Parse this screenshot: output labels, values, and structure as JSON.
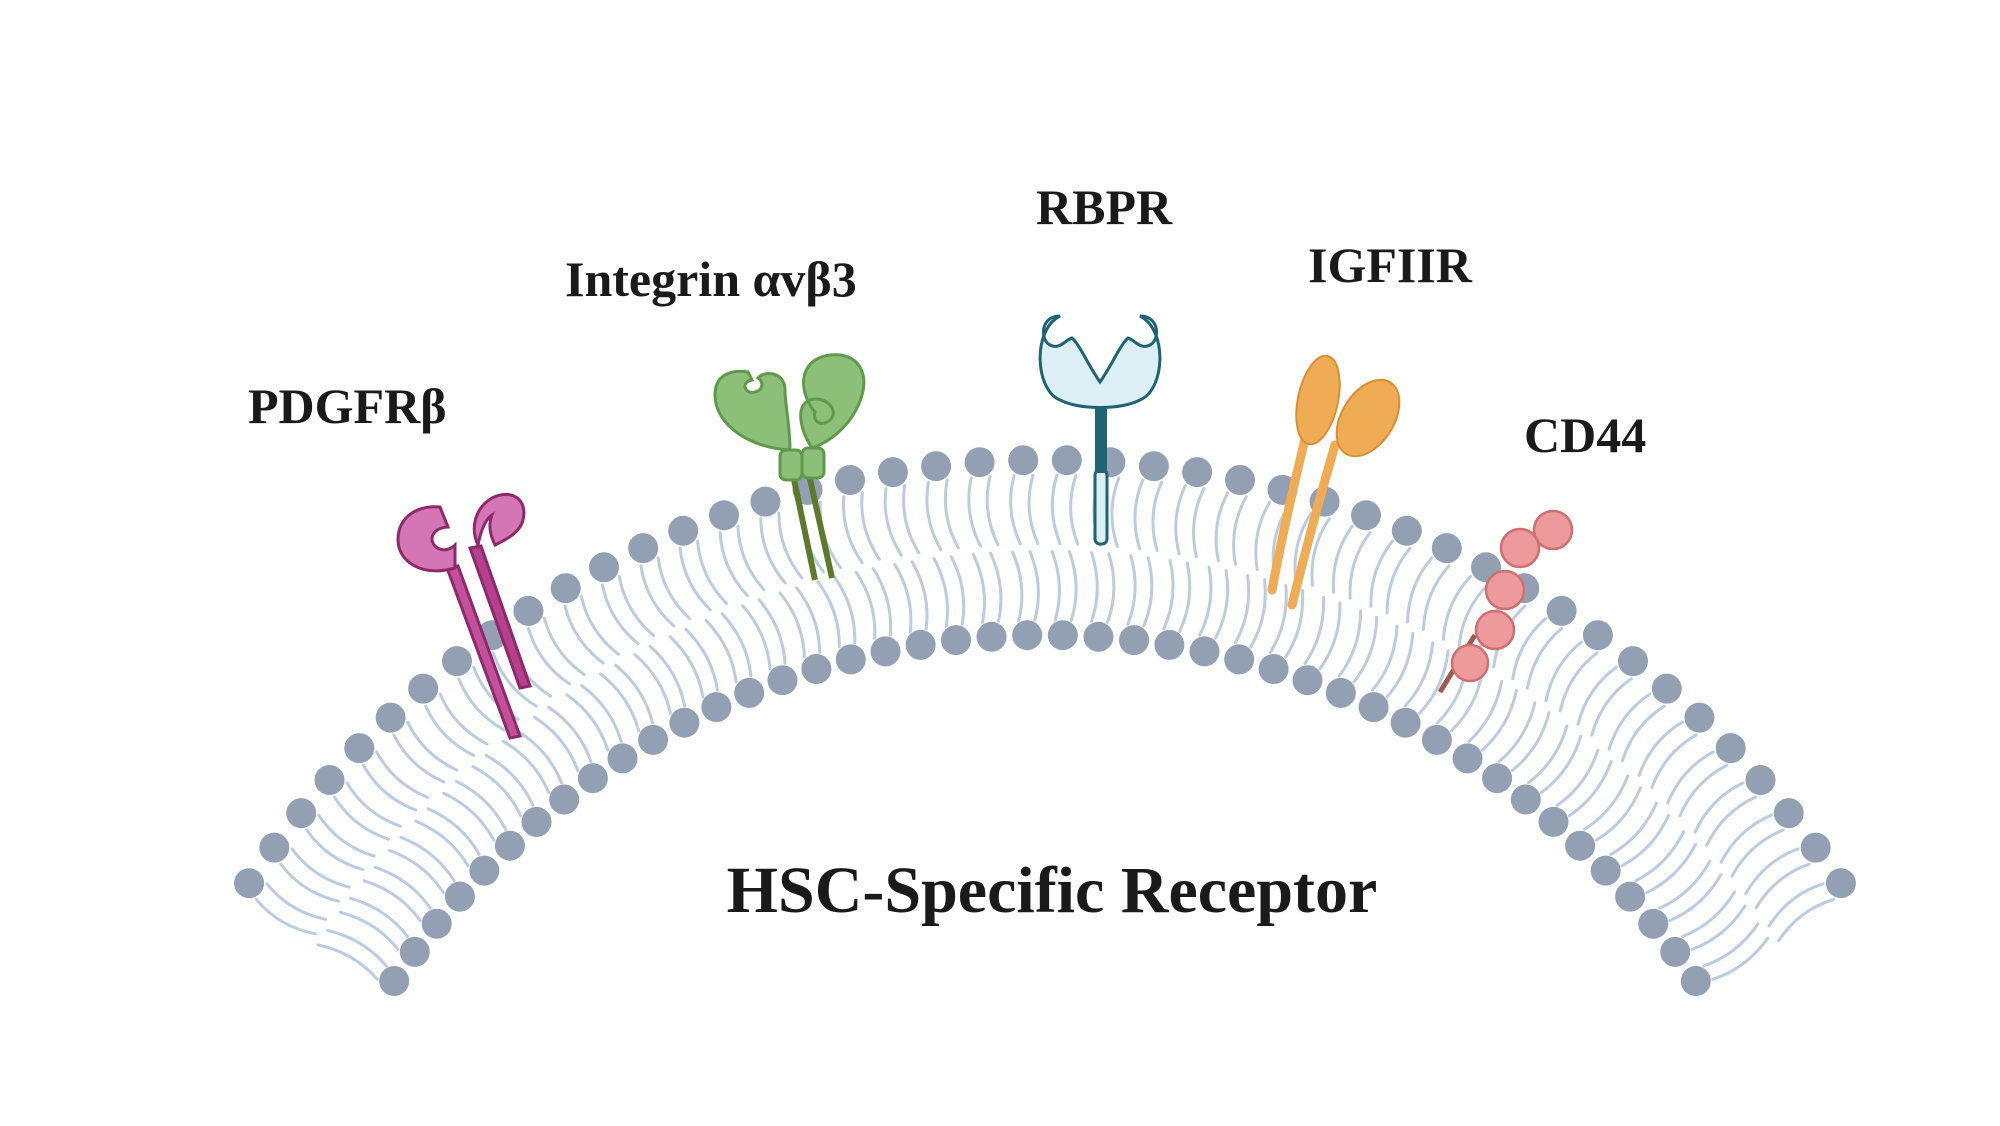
{
  "title": "HSC-Specific Receptor",
  "receptors": [
    {
      "id": "pdgfrb",
      "label": "PDGFRβ",
      "color": "#c95aa6"
    },
    {
      "id": "integrin",
      "label": "Integrin αvβ3",
      "color": "#8cbf78"
    },
    {
      "id": "rbpr",
      "label": "RBPR",
      "color": "#dceff5"
    },
    {
      "id": "igfiir",
      "label": "IGFIIR",
      "color": "#f0ac55"
    },
    {
      "id": "cd44",
      "label": "CD44",
      "color": "#ee9a9a"
    }
  ],
  "membrane": {
    "head_color": "#93a0b3",
    "tail_color": "#bccce0"
  }
}
